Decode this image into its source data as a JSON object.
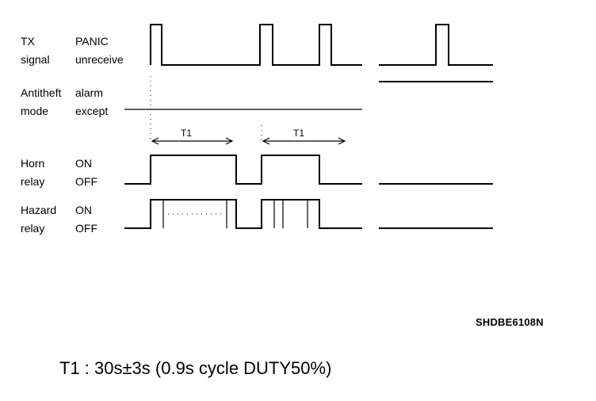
{
  "signals": [
    {
      "id": "tx",
      "name_line1": "TX",
      "name_line2": "signal",
      "state_high": "PANIC",
      "state_low": "unreceive"
    },
    {
      "id": "antitheft",
      "name_line1": "Antitheft",
      "name_line2": "mode",
      "state_high": "alarm",
      "state_low": "except"
    },
    {
      "id": "horn",
      "name_line1": "Horn",
      "name_line2": "relay",
      "state_high": "ON",
      "state_low": "OFF"
    },
    {
      "id": "hazard",
      "name_line1": "Hazard",
      "name_line2": "relay",
      "state_high": "ON",
      "state_low": "OFF"
    }
  ],
  "interval_label": "T1",
  "document_code": "SHDBE6108N",
  "footnote": "T1 : 30s±3s (0.9s cycle DUTY50%)"
}
